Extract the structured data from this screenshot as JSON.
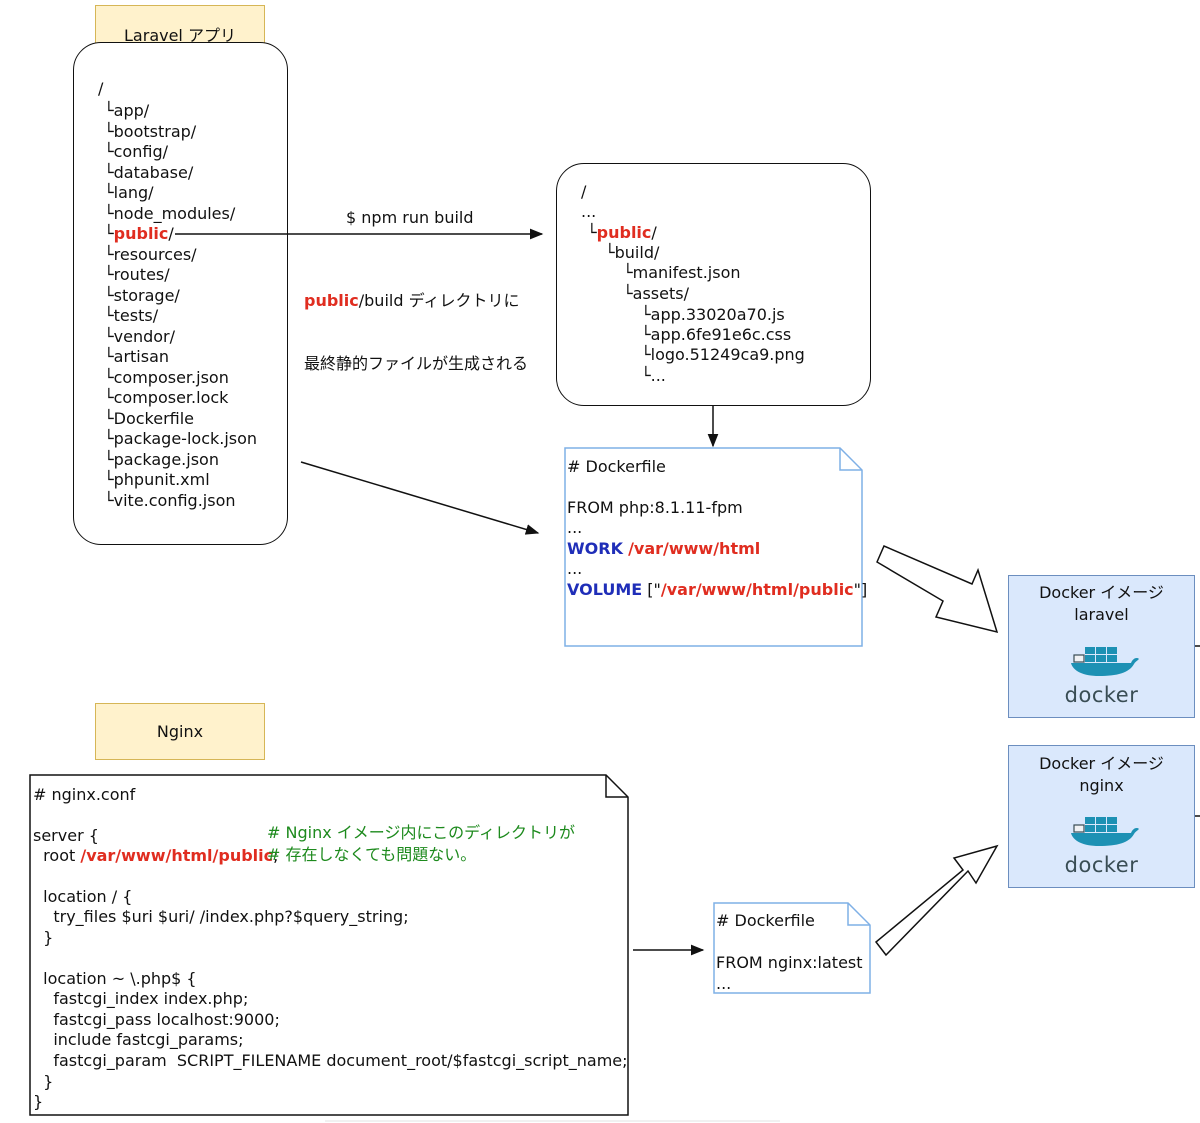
{
  "laravel_label": "Laravel アプリ",
  "laravel_tree": {
    "root": "/",
    "items": [
      "└app/",
      "└bootstrap/",
      "└config/",
      "└database/",
      "└lang/",
      "└node_modules/",
      "└",
      "└resources/",
      "└routes/",
      "└storage/",
      "└tests/",
      "└vendor/",
      "└artisan",
      "└composer.json",
      "└composer.lock",
      "└Dockerfile",
      "└package-lock.json",
      "└package.json",
      "└phpunit.xml",
      "└vite.config.json"
    ],
    "public_word": "public",
    "public_slash": "/"
  },
  "build_arrow": {
    "command": "$ npm run build",
    "note_public": "public",
    "note_rest": "/build ディレクトリに",
    "note_line2": "最終静的ファイルが生成される"
  },
  "build_tree": {
    "root": "/",
    "dots": "...",
    "public_prefix": "└",
    "public_word": "public",
    "public_slash": "/",
    "build": "└build/",
    "manifest": "└manifest.json",
    "assets": "└assets/",
    "files": [
      "└app.33020a70.js",
      "└app.6fe91e6c.css",
      "└logo.51249ca9.png",
      "└..."
    ]
  },
  "dockerfile_laravel": {
    "title": "# Dockerfile",
    "from": "FROM php:8.1.11-fpm",
    "dots1": "...",
    "work_kw": "WORK",
    "work_path": "/var/www/html",
    "dots2": "...",
    "volume_kw": "VOLUME",
    "volume_open": "[\"",
    "volume_path": "/var/www/html/public",
    "volume_close": "\"]"
  },
  "docker_images": [
    {
      "title": "Docker イメージ",
      "name": "laravel",
      "logo": "docker"
    },
    {
      "title": "Docker イメージ",
      "name": "nginx",
      "logo": "docker"
    }
  ],
  "nginx_label": "Nginx",
  "nginx_conf": {
    "title": "# nginx.conf",
    "server_open": "server {",
    "comment1": "# Nginx イメージ内にこのディレクトリが",
    "root_kw": "  root ",
    "root_path": "/var/www/html/public",
    "root_semi": ";",
    "comment2": "# 存在しなくても問題ない。",
    "loc1_open": "  location / {",
    "loc1_try": "    try_files $uri $uri/ /index.php?$query_string;",
    "loc1_close": "  }",
    "loc2_open": "  location ~ \\.php$ {",
    "loc2_index": "    fastcgi_index index.php;",
    "loc2_pass": "    fastcgi_pass localhost:9000;",
    "loc2_include": "    include fastcgi_params;",
    "loc2_param": "    fastcgi_param  SCRIPT_FILENAME document_root/$fastcgi_script_name;",
    "loc2_close": "  }",
    "server_close": "}"
  },
  "dockerfile_nginx": {
    "title": "# Dockerfile",
    "from": "FROM nginx:latest",
    "dots": "..."
  }
}
